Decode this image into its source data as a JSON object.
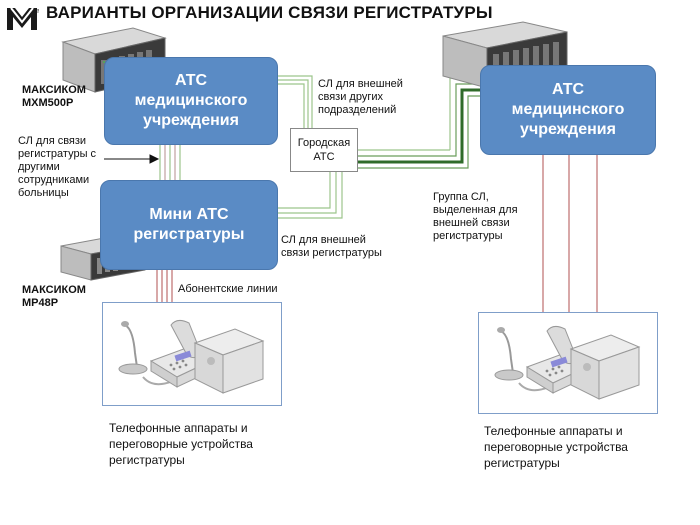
{
  "title": "ВАРИАНТЫ ОРГАНИЗАЦИИ СВЯЗИ РЕГИСТРАТУРЫ",
  "logo_icon": "maksikom-logo-icon",
  "nodes": {
    "ats_left": [
      "АТС",
      "медицинского",
      "учреждения"
    ],
    "mini_ats": [
      "Мини АТС",
      "регистратуры"
    ],
    "ats_right": [
      "АТС",
      "медицинского",
      "учреждения"
    ],
    "city": [
      "Городская",
      "АТС"
    ]
  },
  "devices": {
    "mxm": [
      "МАКСИКОМ",
      "MXM500P"
    ],
    "mp48": [
      "МАКСИКОМ",
      "MP48P"
    ]
  },
  "labels": {
    "sl_external_other": [
      "СЛ для внешней",
      "связи других",
      "подразделений"
    ],
    "sl_registry_staff": [
      "СЛ для связи",
      "регистратуры с",
      "другими",
      "сотрудниками",
      "больницы"
    ],
    "sl_external_registry": [
      "СЛ для внешней",
      "связи регистратуры"
    ],
    "subscriber_lines": "Абонентские линии",
    "group_sl": [
      "Группа СЛ,",
      "выделенная  для",
      "внешней связи",
      "регистратуры"
    ]
  },
  "captions": {
    "left": [
      "Телефонные аппараты  и",
      "переговорные устройства",
      "регистратуры"
    ],
    "right": [
      "Телефонные аппараты  и",
      "переговорные устройства",
      "регистратуры"
    ]
  },
  "colors": {
    "node_fill": "#5a8bc5",
    "line_green": "#8fbf7f",
    "line_dark_green": "#2f6b2a",
    "line_red": "#b05050"
  }
}
